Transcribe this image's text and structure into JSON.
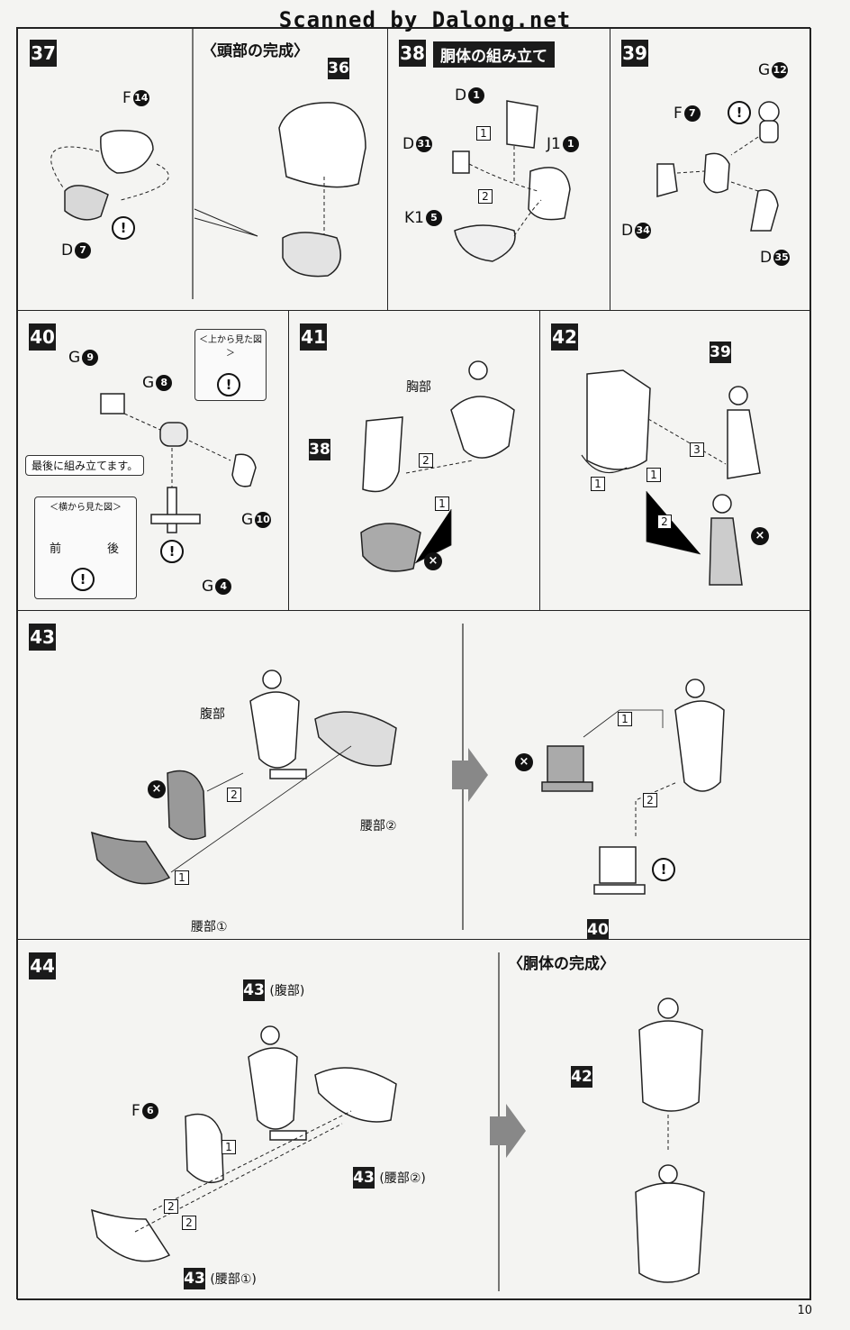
{
  "header": {
    "scanner_credit": "Scanned by Dalong.net"
  },
  "steps": {
    "s37": {
      "number": "37",
      "part_f": "F",
      "part_f_num": "14",
      "part_d": "D",
      "part_d_num": "7",
      "warn": "!"
    },
    "s37b": {
      "title": "〈頭部の完成〉",
      "ref": "36"
    },
    "s38": {
      "number": "38",
      "title": "胴体の組み立て",
      "p1": "D",
      "p1n": "1",
      "p2": "D",
      "p2n": "31",
      "p3": "J1",
      "p3n": "1",
      "p4": "K1",
      "p4n": "5",
      "o1": "1",
      "o2": "2"
    },
    "s39": {
      "number": "39",
      "p1": "G",
      "p1n": "12",
      "p2": "F",
      "p2n": "7",
      "p3": "D",
      "p3n": "34",
      "p4": "D",
      "p4n": "35",
      "warn": "!"
    },
    "s40": {
      "number": "40",
      "p1": "G",
      "p1n": "9",
      "p2": "G",
      "p2n": "8",
      "p3": "G",
      "p3n": "10",
      "p4": "G",
      "p4n": "4",
      "top_view": "＜上から見た図＞",
      "side_view": "＜横から見た図＞",
      "front": "前",
      "back": "後",
      "note": "最後に組み立てます。",
      "warn": "!"
    },
    "s41": {
      "number": "41",
      "chest": "胸部",
      "ref": "38",
      "o1": "1",
      "o2": "2",
      "nogo": "×"
    },
    "s42": {
      "number": "42",
      "ref": "39",
      "o1": "1",
      "o1b": "1",
      "o2": "2",
      "o3": "3",
      "nogo": "×"
    },
    "s43": {
      "number": "43",
      "abdomen": "腹部",
      "waist1": "腰部①",
      "waist2": "腰部②",
      "o1": "1",
      "o2": "2",
      "r1": "1",
      "r2": "2",
      "ref": "40",
      "nogo": "×",
      "warn": "!"
    },
    "s44": {
      "number": "44",
      "part_f": "F",
      "part_f_num": "6",
      "ref": "43",
      "abdomen": "(腹部)",
      "waist1": "(腰部①)",
      "waist2": "(腰部②)",
      "o1": "1",
      "o2": "2",
      "o2b": "2",
      "title": "〈胴体の完成〉",
      "ref42": "42"
    }
  },
  "footer": {
    "page_number": "10"
  }
}
